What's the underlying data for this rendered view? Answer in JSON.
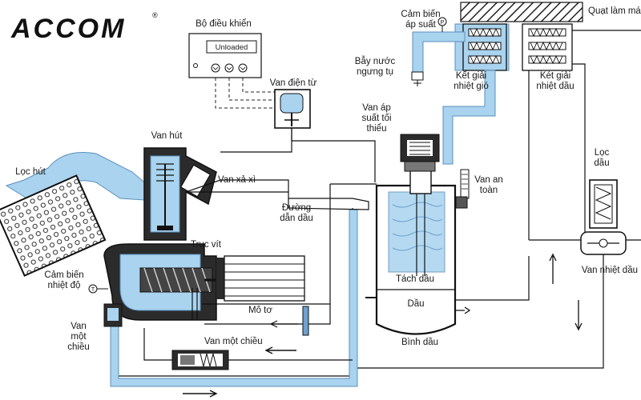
{
  "brand": {
    "logo": "ACCOM",
    "reg_mark": "®"
  },
  "controller": {
    "title": "Bộ điều khiển",
    "display": "Unloaded"
  },
  "labels": {
    "pressure_sensor": [
      "Cảm biến",
      "áp suất"
    ],
    "pressure_sensor_mark": "P",
    "condensate_trap": [
      "Bẫy nước",
      "ngưng tụ"
    ],
    "gas_cooler": [
      "Kết giải",
      "nhiệt gió"
    ],
    "fan": "Quạt làm mát",
    "oil_cooler": [
      "Két giải",
      "nhiệt dầu"
    ],
    "solenoid": "Van điện từ",
    "min_pressure_valve": [
      "Van áp",
      "suất tối",
      "thiểu"
    ],
    "safety_valve": [
      "Van an",
      "toàn"
    ],
    "suction_valve": "Van hút",
    "blowdown_valve": "Van xả xì",
    "air_filter": "Lọc hút",
    "oil_line": [
      "Đường",
      "dẫn dầu"
    ],
    "screw": "Trục vít",
    "temp_sensor": [
      "Cảm biến",
      "nhiệt độ"
    ],
    "temp_sensor_mark": "T",
    "check_valve_left": [
      "Van",
      "một",
      "chiều"
    ],
    "motor": "Mô tơ",
    "check_valve_bottom": "Van một chiều",
    "oil_separator": "Tách dầu",
    "oil": "Dầu",
    "oil_tank": "Bình dầu",
    "oil_filter": [
      "Lọc",
      "dầu"
    ],
    "thermostatic_valve": "Van nhiệt dầu"
  },
  "colors": {
    "air_flow": "#a9d3ee",
    "air_flow_edge": "#5b8fbf",
    "metal": "#1a1a1a",
    "dark_body": "#2b2b2b"
  }
}
